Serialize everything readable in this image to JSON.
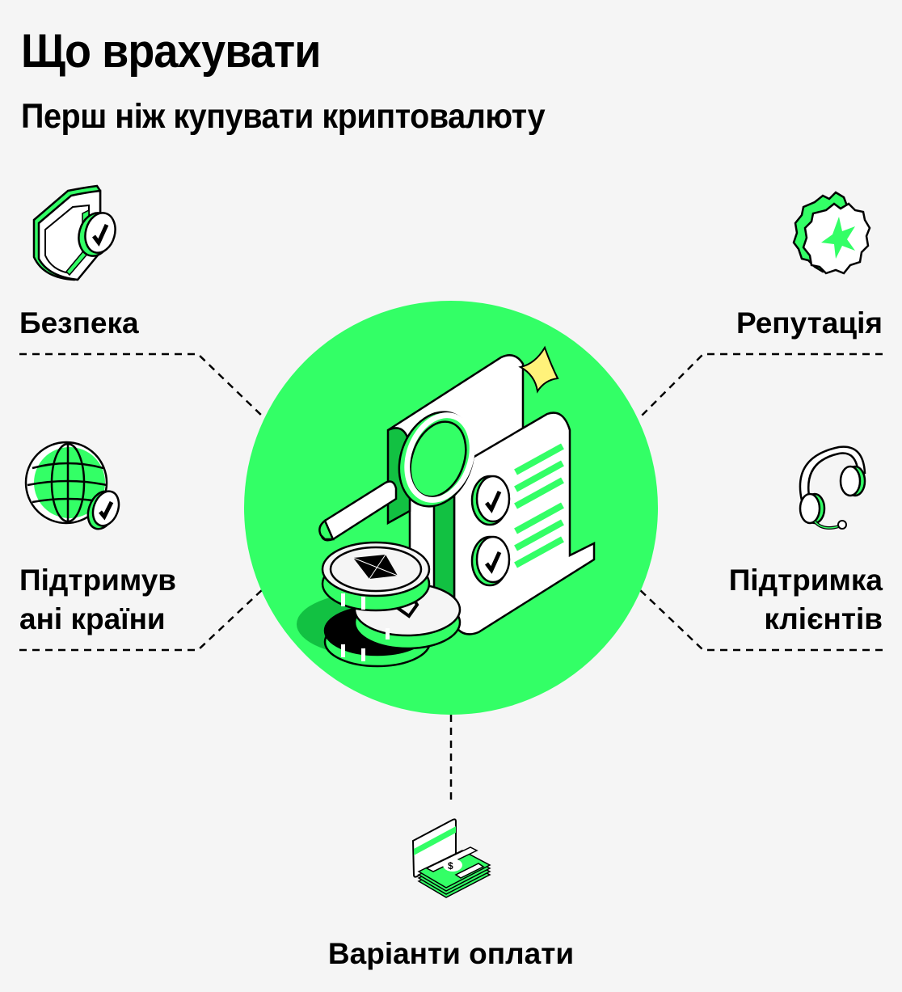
{
  "header": {
    "title": "Що врахувати",
    "subtitle": "Перш ніж купувати криптовалюту"
  },
  "factors": [
    {
      "id": "security",
      "label": "Безпека",
      "icon": "shield-check-icon",
      "position": "top-left"
    },
    {
      "id": "reputation",
      "label": "Репутація",
      "icon": "badge-star-icon",
      "position": "top-right"
    },
    {
      "id": "countries",
      "label_line1": "Підтримув",
      "label_line2": "ані країни",
      "icon": "globe-check-icon",
      "position": "middle-left"
    },
    {
      "id": "support",
      "label_line1": "Підтримка",
      "label_line2": "клієнтів",
      "icon": "headset-icon",
      "position": "middle-right"
    },
    {
      "id": "payment",
      "label": "Варіанти оплати",
      "icon": "card-cash-icon",
      "position": "bottom-center"
    }
  ],
  "center_illustration": {
    "description": "crypto-research-illustration",
    "icon": "document-magnifier-coins-icon"
  },
  "colors": {
    "background": "#f5f5f5",
    "accent_green": "#33ff66",
    "dark_green": "#12c142",
    "text": "#000000",
    "sparkle_yellow": "#fff27a"
  }
}
